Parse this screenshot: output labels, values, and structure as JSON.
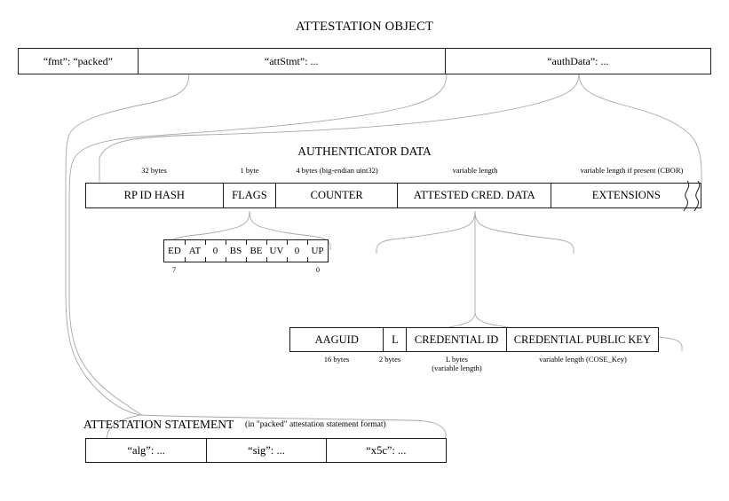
{
  "diagram": {
    "title": "ATTESTATION OBJECT"
  },
  "attestation_object": {
    "fields": [
      {
        "label": "“fmt”: “packed”"
      },
      {
        "label": "“attStmt”: ..."
      },
      {
        "label": "“authData”: ..."
      }
    ]
  },
  "authenticator_data": {
    "title": "AUTHENTICATOR DATA",
    "fields": [
      {
        "label": "RP ID HASH",
        "size": "32 bytes"
      },
      {
        "label": "FLAGS",
        "size": "1 byte"
      },
      {
        "label": "COUNTER",
        "size": "4 bytes (big-endian uint32)"
      },
      {
        "label": "ATTESTED CRED. DATA",
        "size": "variable length"
      },
      {
        "label": "EXTENSIONS",
        "size": "variable length if present (CBOR)"
      }
    ]
  },
  "flags": {
    "bits": [
      {
        "label": "ED"
      },
      {
        "label": "AT"
      },
      {
        "label": "0"
      },
      {
        "label": "BS"
      },
      {
        "label": "BE"
      },
      {
        "label": "UV"
      },
      {
        "label": "0"
      },
      {
        "label": "UP"
      }
    ],
    "msb_index": "7",
    "lsb_index": "0"
  },
  "attested_credential_data": {
    "fields": [
      {
        "label": "AAGUID",
        "size": "16 bytes"
      },
      {
        "label": "L",
        "size": "2 bytes"
      },
      {
        "label": "CREDENTIAL ID",
        "size": "L bytes",
        "size2": "(variable length)"
      },
      {
        "label": "CREDENTIAL PUBLIC KEY",
        "size": "variable length (COSE_Key)"
      }
    ]
  },
  "attestation_statement": {
    "title": "ATTESTATION STATEMENT",
    "note": "(in \"packed\" attestation statement format)",
    "fields": [
      {
        "label": "“alg”: ..."
      },
      {
        "label": "“sig”: ..."
      },
      {
        "label": "“x5c”: ..."
      }
    ]
  },
  "colors": {
    "stroke": "#1a1a1a",
    "connector": "#a8a8a8",
    "background": "#ffffff"
  }
}
